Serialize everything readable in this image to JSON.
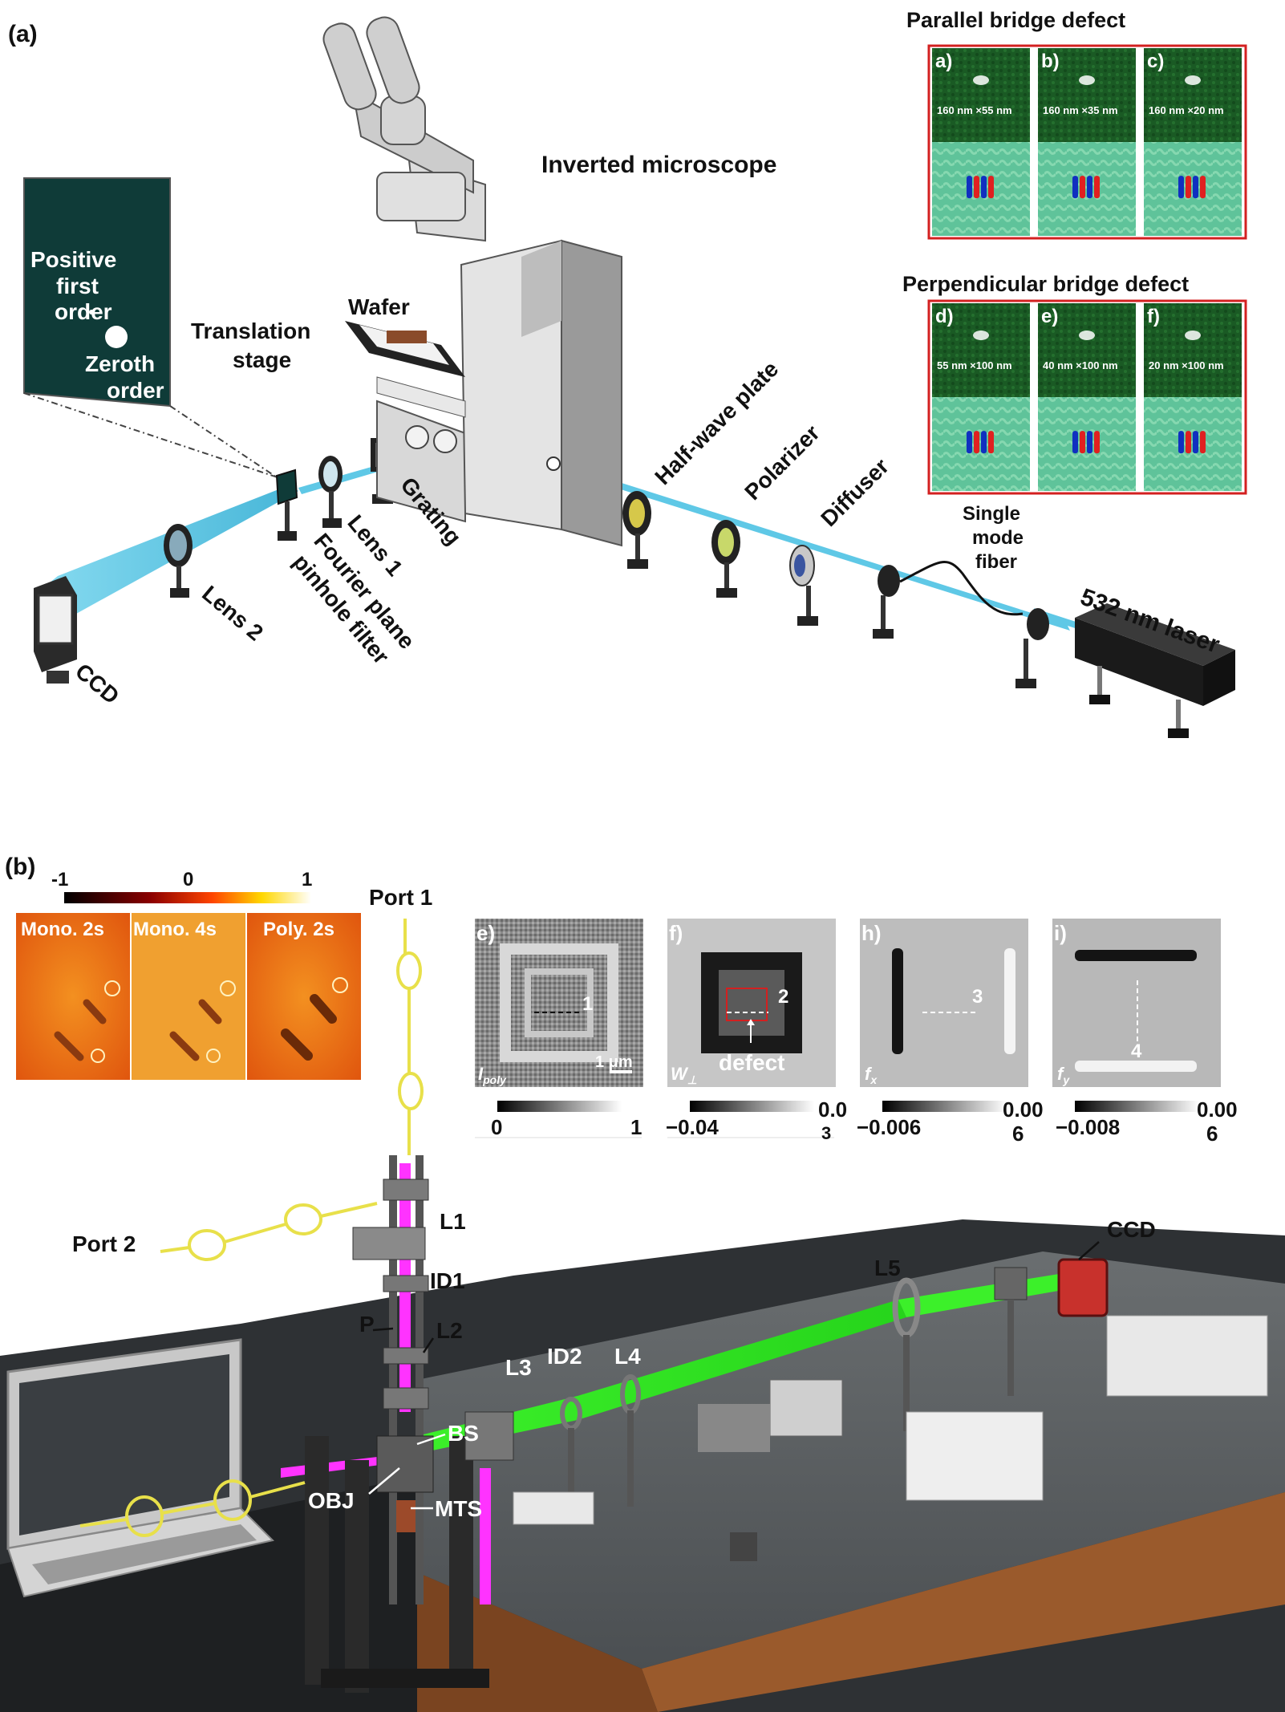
{
  "panel_a": {
    "tag": "(a)",
    "microscope_label": "Inverted microscope",
    "wafer": "Wafer",
    "translation_stage_1": "Translation",
    "translation_stage_2": "stage",
    "inset": {
      "line1": "Positive",
      "line2": "first",
      "line3": "order",
      "line4": "Zeroth",
      "line5": "order"
    },
    "grating": "Grating",
    "lens1": "Lens 1",
    "fourier1": "Fourier plane",
    "fourier2": "pinhole filter",
    "lens2": "Lens 2",
    "ccd": "CCD",
    "halfwave": "Half-wave plate",
    "polarizer": "Polarizer",
    "diffuser": "Diffuser",
    "fiber1": "Single",
    "fiber2": "mode",
    "fiber3": "fiber",
    "laser": "532 nm laser",
    "parallel_title": "Parallel bridge defect",
    "perpendicular_title": "Perpendicular bridge defect",
    "defects": [
      {
        "tag": "a)",
        "size": "160 nm ×55 nm"
      },
      {
        "tag": "b)",
        "size": "160 nm ×35 nm"
      },
      {
        "tag": "c)",
        "size": "160 nm ×20 nm"
      },
      {
        "tag": "d)",
        "size": "55 nm ×100 nm"
      },
      {
        "tag": "e)",
        "size": "40 nm ×100 nm"
      },
      {
        "tag": "f)",
        "size": "20 nm ×100 nm"
      }
    ]
  },
  "panel_b": {
    "tag": "(b)",
    "colorbar": {
      "min": "-1",
      "mid": "0",
      "max": "1"
    },
    "mono2": "Mono. 2s",
    "mono4": "Mono. 4s",
    "poly2": "Poly. 2s",
    "port1": "Port 1",
    "port2": "Port 2",
    "labels": {
      "L1": "L1",
      "ID1": "ID1",
      "P": "P",
      "L2": "L2",
      "L3": "L3",
      "ID2": "ID2",
      "L4": "L4",
      "L5": "L5",
      "CCD": "CCD",
      "BS": "BS",
      "OBJ": "OBJ",
      "MTS": "MTS"
    },
    "images": [
      {
        "tag": "e)",
        "num": "1",
        "corner": "I",
        "corner_sub": "poly",
        "scale": "1 μm",
        "cb_min": "0",
        "cb_max": "1"
      },
      {
        "tag": "f)",
        "num": "2",
        "corner": "W",
        "corner_sub": "⊥",
        "note": "defect",
        "cb_min": "−0.04",
        "cb_max": "0.0",
        "cb_max2": "3"
      },
      {
        "tag": "h)",
        "num": "3",
        "corner": "f",
        "corner_sub": "x",
        "cb_min": "−0.006",
        "cb_max": "0.00",
        "cb_max2": "6"
      },
      {
        "tag": "i)",
        "num": "4",
        "corner": "f",
        "corner_sub": "y",
        "cb_min": "−0.008",
        "cb_max": "0.00",
        "cb_max2": "6"
      }
    ]
  },
  "colors": {
    "beam_blue": "#5fc8e6",
    "beam_green": "#38f02a",
    "beam_magenta": "#ff33ff",
    "inset_dark": "#0f3b38",
    "red_frame": "#d32020"
  }
}
